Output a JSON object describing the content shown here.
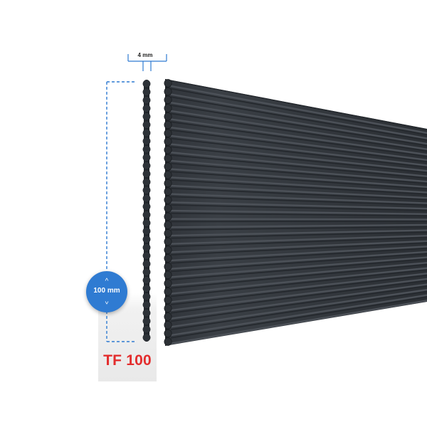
{
  "dimensions": {
    "thickness": "4 mm",
    "height": "100 mm"
  },
  "product": {
    "model": "TF 100"
  },
  "colors": {
    "accent_blue": "#2f7bd2",
    "label_red": "#e32d2d",
    "panel_dark": "#3a3d42",
    "panel_shadow": "#1f2226",
    "panel_highlight": "#6d7278"
  },
  "icons": {
    "badge_up": "chevron-up-icon",
    "badge_down": "chevron-down-icon"
  }
}
